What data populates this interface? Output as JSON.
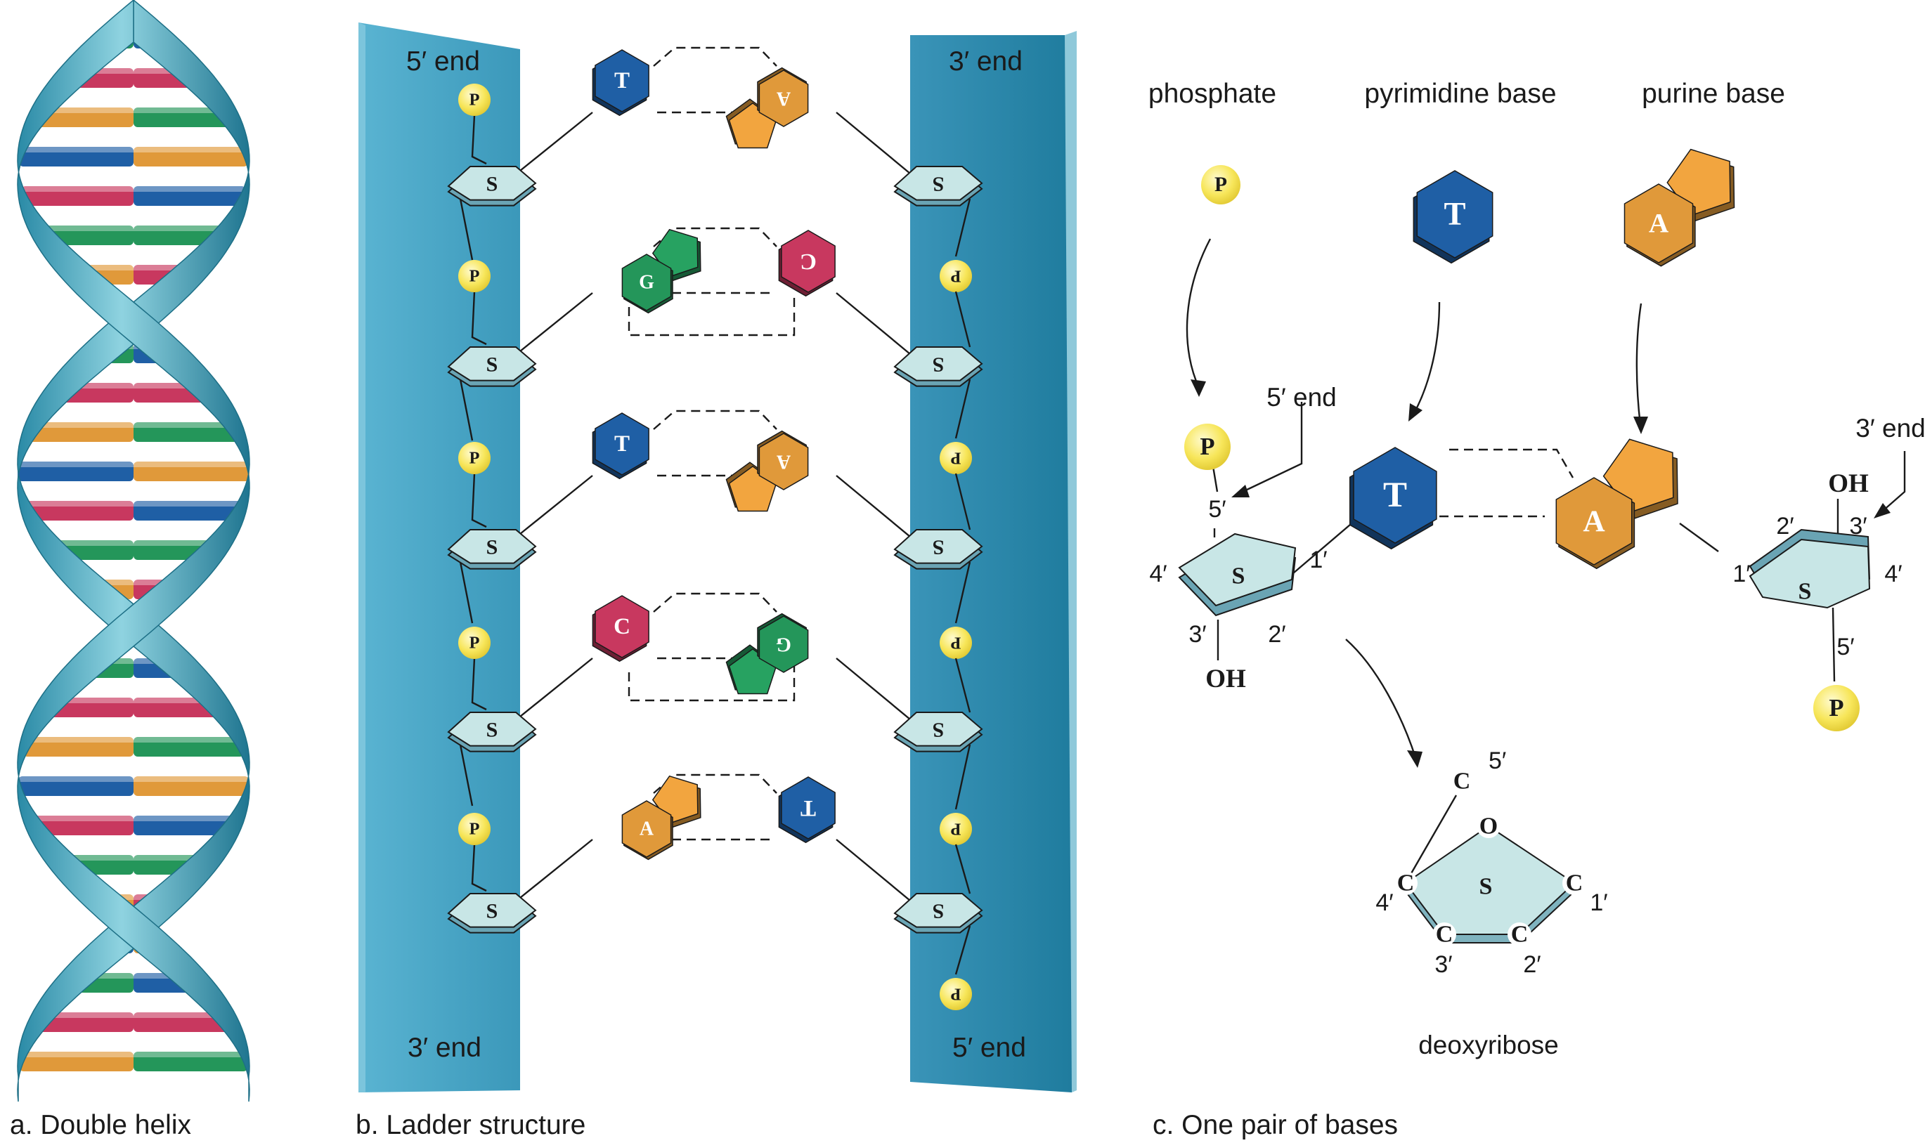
{
  "panels": {
    "a": {
      "caption": "a. Double helix"
    },
    "b": {
      "caption": "b. Ladder structure",
      "left_top": "5′ end",
      "left_bottom": "3′ end",
      "right_top": "3′ end",
      "right_bottom": "5′ end",
      "phosphate": "P",
      "sugar": "S",
      "pairs": [
        {
          "left": "T",
          "right": "A"
        },
        {
          "left": "G",
          "right": "C"
        },
        {
          "left": "T",
          "right": "A"
        },
        {
          "left": "C",
          "right": "G"
        },
        {
          "left": "A",
          "right": "T"
        }
      ]
    },
    "c": {
      "caption": "c. One pair of bases",
      "phosphate_label": "phosphate",
      "pyrimidine_label": "pyrimidine base",
      "purine_label": "purine base",
      "phosphate": "P",
      "pyrimidine": "T",
      "purine": "A",
      "sugar": "S",
      "five_end": "5′ end",
      "three_end": "3′ end",
      "oh": "OH",
      "primes": {
        "p1": "1′",
        "p2": "2′",
        "p3": "3′",
        "p4": "4′",
        "p5": "5′"
      },
      "deoxyribose": {
        "label": "deoxyribose",
        "carbon": "C",
        "oxygen": "O",
        "sugar": "S"
      }
    }
  },
  "colors": {
    "backbone": "#3f9dbe",
    "sugar": "#c8e6e6",
    "phosphate": "#f7e65a",
    "thymine": "#1f5fa5",
    "adenine": "#e0993a",
    "guanine": "#24965a",
    "cytosine": "#c8385f"
  }
}
